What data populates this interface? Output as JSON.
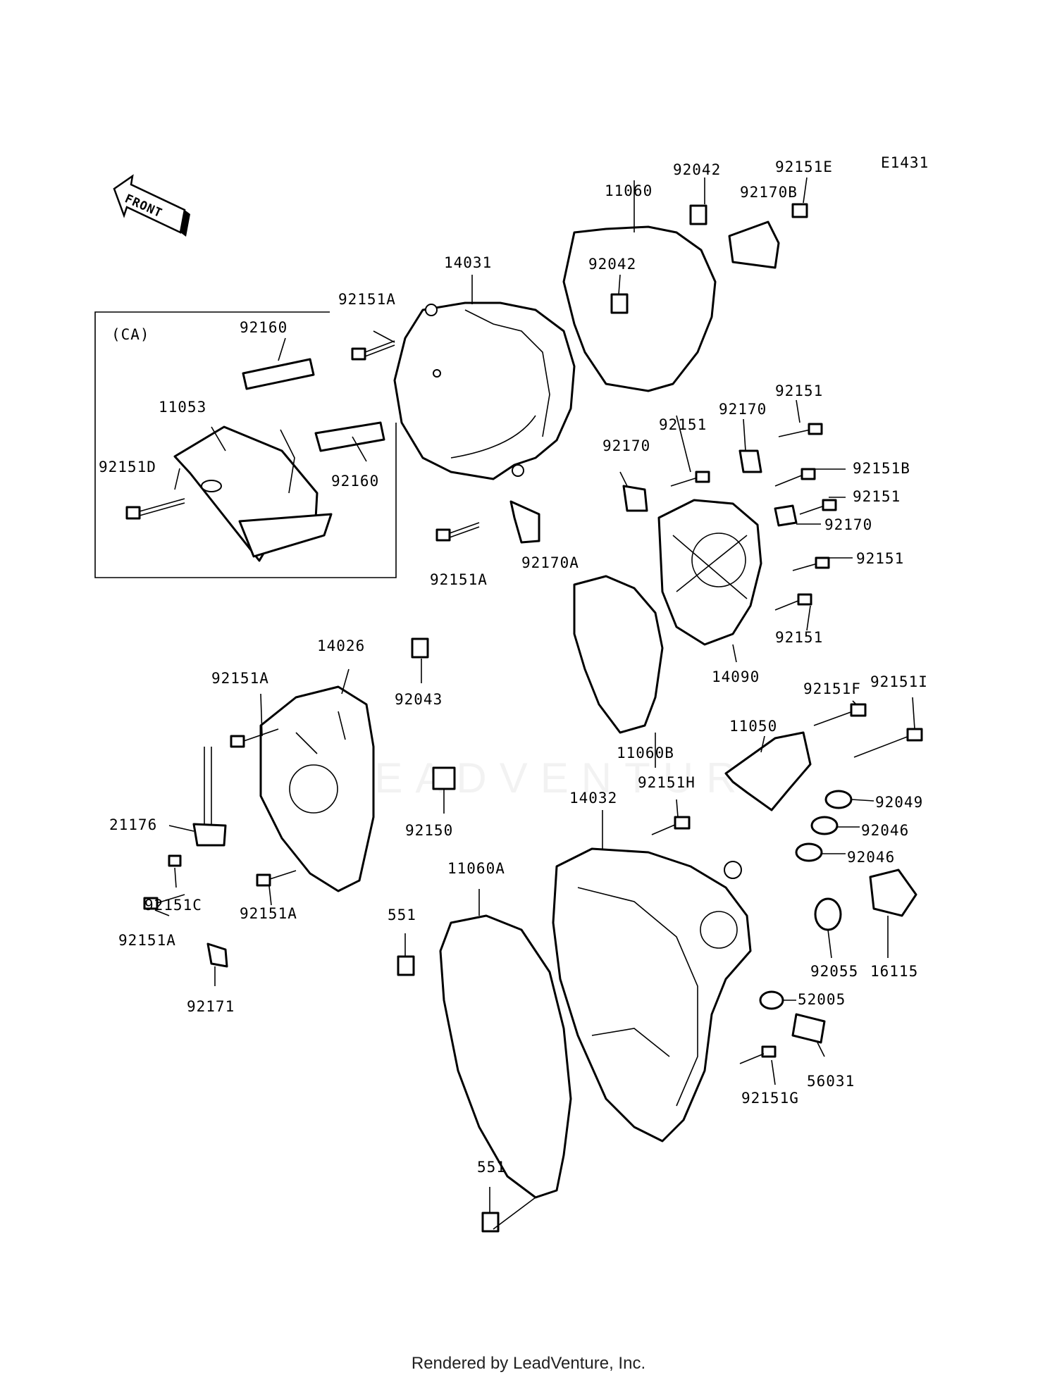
{
  "diagram_code": "E1431",
  "front_label": "FRONT",
  "inset_label": "(CA)",
  "watermark": "LEADVENTURE",
  "footer": "Rendered by LeadVenture, Inc.",
  "callouts": [
    {
      "id": "c01",
      "text": "92042"
    },
    {
      "id": "c02",
      "text": "92151E"
    },
    {
      "id": "c03",
      "text": "11060"
    },
    {
      "id": "c04",
      "text": "92170B"
    },
    {
      "id": "c05",
      "text": "14031"
    },
    {
      "id": "c06",
      "text": "92042"
    },
    {
      "id": "c07",
      "text": "92151A"
    },
    {
      "id": "c08",
      "text": "92160"
    },
    {
      "id": "c09",
      "text": "11053"
    },
    {
      "id": "c10",
      "text": "92151D"
    },
    {
      "id": "c11",
      "text": "92160"
    },
    {
      "id": "c12",
      "text": "92151"
    },
    {
      "id": "c13",
      "text": "92170"
    },
    {
      "id": "c14",
      "text": "92151"
    },
    {
      "id": "c15",
      "text": "92170"
    },
    {
      "id": "c16",
      "text": "92151B"
    },
    {
      "id": "c17",
      "text": "92151"
    },
    {
      "id": "c18",
      "text": "92170"
    },
    {
      "id": "c19",
      "text": "92151A"
    },
    {
      "id": "c20",
      "text": "92170A"
    },
    {
      "id": "c21",
      "text": "92151"
    },
    {
      "id": "c22",
      "text": "92151"
    },
    {
      "id": "c23",
      "text": "14090"
    },
    {
      "id": "c24",
      "text": "14026"
    },
    {
      "id": "c25",
      "text": "92151A"
    },
    {
      "id": "c26",
      "text": "92043"
    },
    {
      "id": "c27",
      "text": "92151F"
    },
    {
      "id": "c28",
      "text": "92151I"
    },
    {
      "id": "c29",
      "text": "11050"
    },
    {
      "id": "c30",
      "text": "11060B"
    },
    {
      "id": "c31",
      "text": "21176"
    },
    {
      "id": "c32",
      "text": "92150"
    },
    {
      "id": "c33",
      "text": "92151H"
    },
    {
      "id": "c34",
      "text": "14032"
    },
    {
      "id": "c35",
      "text": "92049"
    },
    {
      "id": "c36",
      "text": "92046"
    },
    {
      "id": "c37",
      "text": "92046"
    },
    {
      "id": "c38",
      "text": "92151C"
    },
    {
      "id": "c39",
      "text": "92151A"
    },
    {
      "id": "c40",
      "text": "11060A"
    },
    {
      "id": "c41",
      "text": "551"
    },
    {
      "id": "c42",
      "text": "92151A"
    },
    {
      "id": "c43",
      "text": "92171"
    },
    {
      "id": "c44",
      "text": "92055"
    },
    {
      "id": "c45",
      "text": "16115"
    },
    {
      "id": "c46",
      "text": "52005"
    },
    {
      "id": "c47",
      "text": "56031"
    },
    {
      "id": "c48",
      "text": "92151G"
    },
    {
      "id": "c49",
      "text": "551"
    }
  ]
}
